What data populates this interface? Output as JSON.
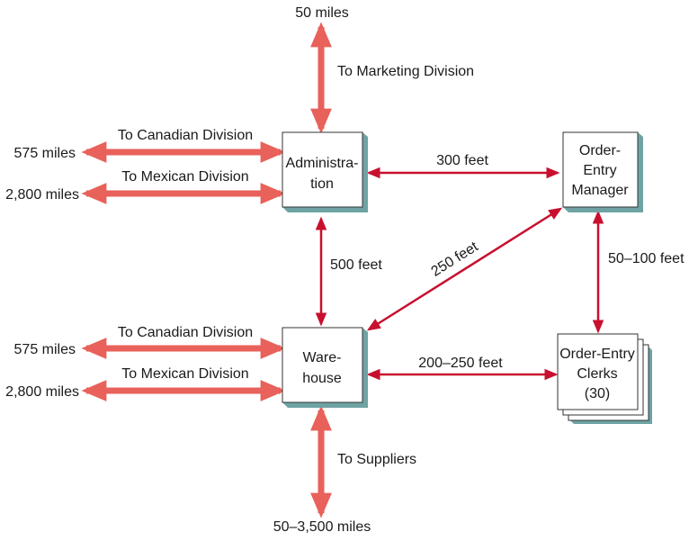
{
  "colors": {
    "thick_arrow": "#e8615a",
    "thin_arrow": "#c8102e",
    "shadow": "#6fa3a3",
    "box_border": "#333333",
    "box_fill": "#ffffff"
  },
  "nodes": {
    "administration": {
      "line1": "Administra-",
      "line2": "tion"
    },
    "warehouse": {
      "line1": "Ware-",
      "line2": "house"
    },
    "order_entry_manager": {
      "line1": "Order-",
      "line2": "Entry",
      "line3": "Manager"
    },
    "order_entry_clerks": {
      "line1": "Order-Entry",
      "line2": "Clerks",
      "line3": "(30)"
    }
  },
  "labels": {
    "marketing_distance": "50 miles",
    "marketing_dest": "To Marketing Division",
    "admin_canadian_dest": "To Canadian Division",
    "admin_canadian_distance": "575 miles",
    "admin_mexican_dest": "To Mexican Division",
    "admin_mexican_distance": "2,800 miles",
    "admin_manager_distance": "300 feet",
    "admin_warehouse_distance": "500 feet",
    "manager_warehouse_distance": "250 feet",
    "manager_clerks_distance": "50–100 feet",
    "wh_canadian_dest": "To Canadian Division",
    "wh_canadian_distance": "575 miles",
    "wh_mexican_dest": "To Mexican Division",
    "wh_mexican_distance": "2,800 miles",
    "warehouse_clerks_distance": "200–250 feet",
    "suppliers_dest": "To Suppliers",
    "suppliers_distance": "50–3,500 miles"
  }
}
